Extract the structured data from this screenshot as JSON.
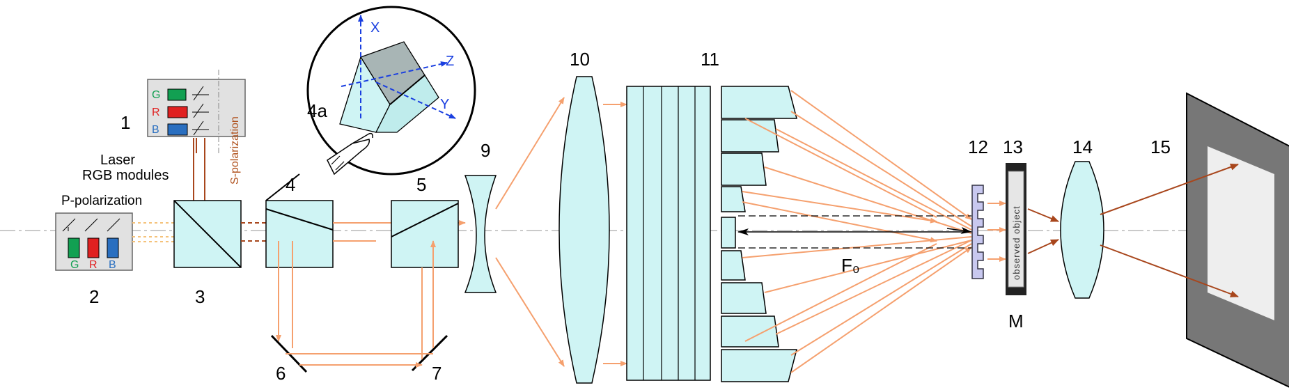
{
  "components": {
    "n1": "1",
    "n2": "2",
    "n3": "3",
    "n4": "4",
    "n4a": "4a",
    "n5": "5",
    "n6": "6",
    "n7": "7",
    "n9": "9",
    "n10": "10",
    "n11": "11",
    "n12": "12",
    "n13": "13",
    "n14": "14",
    "n15": "15"
  },
  "labels": {
    "laser_line1": "Laser",
    "laser_line2": "RGB modules",
    "p_polarization": "P-polarization",
    "s_polarization": "S-polarization",
    "focus": "F₀",
    "mask": "M",
    "observed_object": "observed object"
  },
  "axes": {
    "x": "X",
    "y": "Y",
    "z": "Z"
  },
  "modules": {
    "g": "G",
    "r": "R",
    "b": "B"
  },
  "colors": {
    "green": "#12a052",
    "red": "#e02020",
    "blue": "#2a6fc0",
    "beam_light": "#f5a06e",
    "beam_dark": "#a8461c",
    "element": "#cff4f4",
    "axis": "#1a3fe0"
  }
}
